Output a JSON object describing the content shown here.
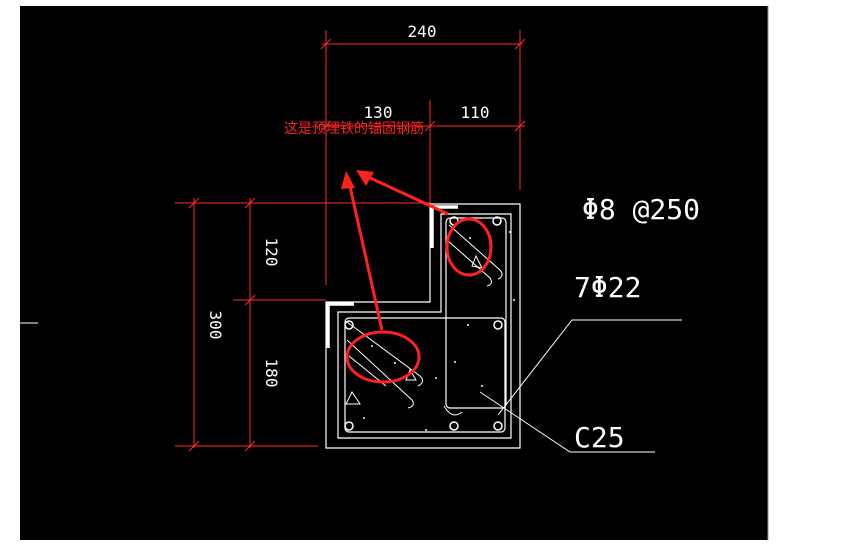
{
  "colors": {
    "background": "#000000",
    "outline": "#ffffff",
    "dimension": "#ff2a2a",
    "annotation": "#ff2020"
  },
  "dimensions": {
    "total_width": "240",
    "left_width": "130",
    "right_width": "110",
    "top_height": "120",
    "bottom_height": "180",
    "total_height": "300"
  },
  "labels": {
    "stirrup": "Φ8 @250",
    "main_bars": "7Φ22",
    "concrete": "C25"
  },
  "annotation": {
    "text": "这是预埋铁的锚固钢筋"
  }
}
